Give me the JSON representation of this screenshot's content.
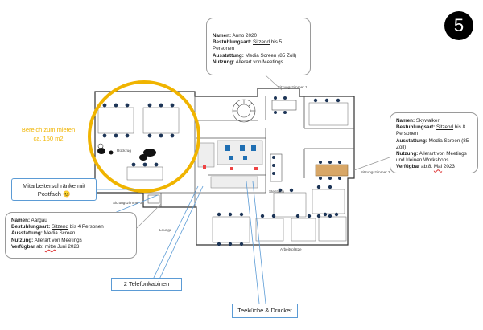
{
  "page_number": "5",
  "rental_area": {
    "line1": "Bereich zum mieten",
    "line2": "ca. 150 m2"
  },
  "room_labels": {
    "r1": "Sitzungszimmer 1",
    "r2": "Sitzungszimmer 2",
    "r3": "Sitzungszimmer 3",
    "rueckzug": "Rückzug",
    "lounge": "Lounge",
    "stehtisch": "Stehtisch",
    "arbeitsplaetze": "Arbeitsplätze"
  },
  "callouts": {
    "anno": {
      "name_k": "Namen:",
      "name_v": " Anno 2020",
      "best_k": "Bestuhlungsart:",
      "best_u": "Sitzend",
      "best_v": " bis 5 Personen",
      "aus_k": "Ausstattung:",
      "aus_v": " Media Screen (85 Zoll)",
      "nut_k": "Nutzung:",
      "nut_v": " Allerart von Meetings"
    },
    "skywalker": {
      "name_k": "Namen:",
      "name_v": " Skywalker",
      "best_k": "Bestuhlungsart:",
      "best_u": "Sitzend",
      "best_v": " bis 8 Personen",
      "aus_k": "Ausstattung:",
      "aus_v": " Media Screen (85 Zoll)",
      "nut_k": "Nutzung:",
      "nut_v": " Allerart von Meetings und kleinen Workshops",
      "ver_k": "Verfügbar",
      "ver_v1": " ab:8. ",
      "ver_u": "Mai",
      "ver_v2": " 2023"
    },
    "aargau": {
      "name_k": "Namen:",
      "name_v": " Aargau",
      "best_k": "Bestuhlungsart:",
      "best_u": "Sitzend",
      "best_v": " bis 4 Personen",
      "aus_k": "Ausstattung:",
      "aus_v": " Media Screen",
      "nut_k": "Nutzung:",
      "nut_v": " Allerart von Meetings",
      "ver_k": "Verfügbar",
      "ver_v1": " ab: ",
      "ver_u": "mitte",
      "ver_v2": " Juni 2023"
    },
    "lockers": {
      "line1": "Mitarbeiterschränke mit",
      "line2": "Postfach 😊"
    },
    "phones": "2 Telefonkabinen",
    "kitchen": "Teeküche & Drucker"
  },
  "colors": {
    "accent_yellow": "#f0b400",
    "callout_blue": "#5b9bd5",
    "badge": "#000000"
  }
}
